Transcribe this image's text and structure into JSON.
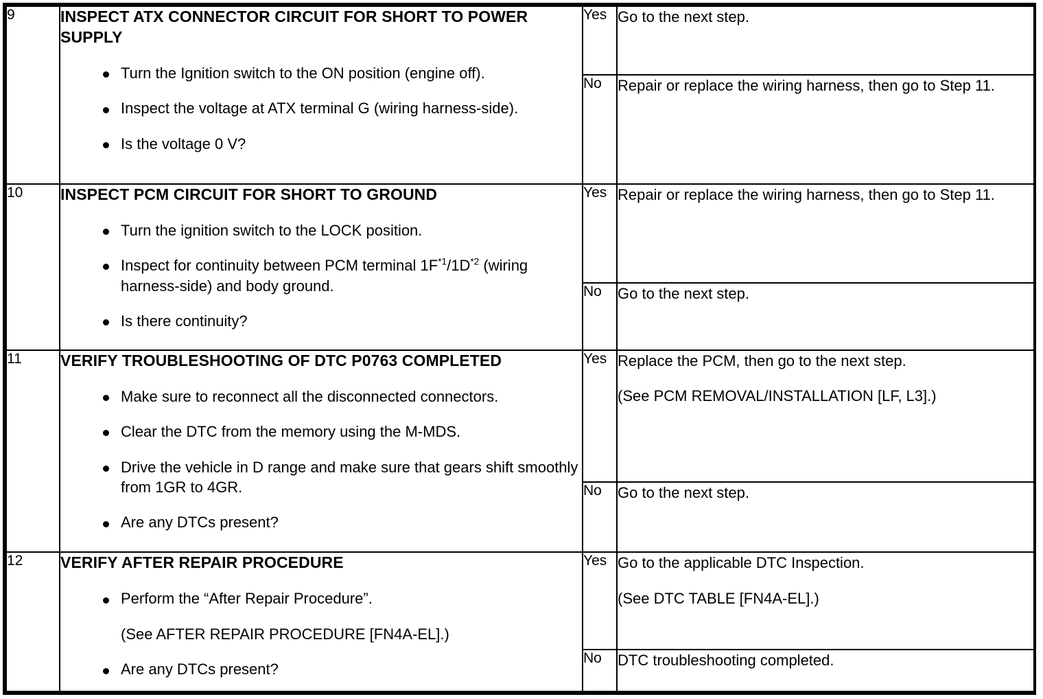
{
  "table": {
    "rows": [
      {
        "number": "9",
        "title": "INSPECT ATX CONNECTOR CIRCUIT FOR SHORT TO POWER SUPPLY",
        "bullets": [
          "Turn the Ignition switch to the ON position (engine off).",
          "Inspect the voltage at ATX terminal G (wiring harness-side).",
          "Is the voltage 0 V?"
        ],
        "yes": {
          "label": "Yes",
          "lines": [
            "Go to the next step."
          ]
        },
        "no": {
          "label": "No",
          "lines": [
            "Repair or replace the wiring harness, then go to Step 11."
          ]
        }
      },
      {
        "number": "10",
        "title": "INSPECT PCM CIRCUIT FOR SHORT TO GROUND",
        "bullets": [
          "Turn the ignition switch to the LOCK position.",
          "Inspect for continuity between PCM terminal 1F*1/1D*2 (wiring harness-side) and body ground.",
          "Is there continuity?"
        ],
        "bullet_parts": {
          "pcm_pre": "Inspect for continuity between PCM terminal 1F",
          "pcm_sup1": "*1",
          "pcm_mid": "/1D",
          "pcm_sup2": "*2",
          "pcm_post": "(wiring harness-side) and body ground."
        },
        "yes": {
          "label": "Yes",
          "lines": [
            "Repair or replace the wiring harness, then go to Step 11."
          ]
        },
        "no": {
          "label": "No",
          "lines": [
            "Go to the next step."
          ]
        }
      },
      {
        "number": "11",
        "title": "VERIFY TROUBLESHOOTING OF DTC P0763 COMPLETED",
        "bullets": [
          "Make sure to reconnect all the disconnected connectors.",
          "Clear the DTC from the memory using the M-MDS.",
          "Drive the vehicle in D range and make sure that gears shift smoothly from 1GR to 4GR.",
          "Are any DTCs present?"
        ],
        "yes": {
          "label": "Yes",
          "lines": [
            "Replace the PCM, then go to the next step.",
            "(See PCM REMOVAL/INSTALLATION [LF, L3].)"
          ]
        },
        "no": {
          "label": "No",
          "lines": [
            "Go to the next step."
          ]
        }
      },
      {
        "number": "12",
        "title": "VERIFY AFTER REPAIR PROCEDURE",
        "bullets": [
          "Perform the “After Repair Procedure”.",
          "(See AFTER REPAIR PROCEDURE [FN4A-EL].)",
          "Are any DTCs present?"
        ],
        "yes": {
          "label": "Yes",
          "lines": [
            "Go to the applicable DTC Inspection.",
            "(See DTC TABLE [FN4A-EL].)"
          ]
        },
        "no": {
          "label": "No",
          "lines": [
            "DTC troubleshooting completed."
          ]
        }
      }
    ]
  }
}
